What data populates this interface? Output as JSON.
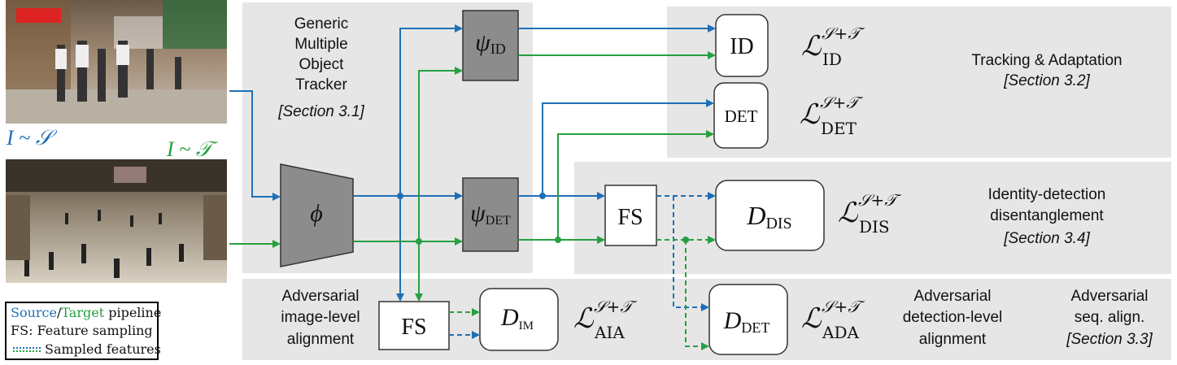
{
  "colors": {
    "source": "#1f6fb8",
    "target": "#26a040",
    "panel": "#e6e6e6",
    "dark_box": "#8c8c8c"
  },
  "images": {
    "source_label": "I ~ 𝒮",
    "target_label": "I ~ 𝒯"
  },
  "tracker": {
    "title_lines": [
      "Generic",
      "Multiple",
      "Object",
      "Tracker"
    ],
    "section": "[Section 3.1]",
    "backbone": "ϕ",
    "psi_id": "ψ",
    "psi_id_sub": "ID",
    "psi_det": "ψ",
    "psi_det_sub": "DET"
  },
  "heads": {
    "id_box": "ID",
    "det_box": "DET",
    "loss_id_sub": "ID",
    "loss_det_sub": "DET",
    "loss_sup": "𝒮+𝒯"
  },
  "tracking_section": {
    "title": "Tracking & Adaptation",
    "section": "[Section 3.2]"
  },
  "disentangle_section": {
    "fs_box": "FS",
    "d_label": "D",
    "d_sub": "DIS",
    "loss_sub": "DIS",
    "title_lines": [
      "Identity-detection",
      "disentanglement"
    ],
    "section": "[Section 3.4]"
  },
  "adversarial_section": {
    "image_title_lines": [
      "Adversarial",
      "image-level",
      "alignment"
    ],
    "fs_box": "FS",
    "d_im": "D",
    "d_im_sub": "IM",
    "loss_aia_sub": "AIA",
    "d_det": "D",
    "d_det_sub": "DET",
    "loss_ada_sub": "ADA",
    "detection_title_lines": [
      "Adversarial",
      "detection-level",
      "alignment"
    ],
    "seq_title_lines": [
      "Adversarial",
      "seq. align."
    ],
    "section": "[Section 3.3]"
  },
  "legend": {
    "source_word": "Source",
    "slash": "/",
    "target_word": "Target",
    "pipeline_word": " pipeline",
    "fs_line": "FS: Feature sampling",
    "sampled_line": "Sampled features"
  }
}
